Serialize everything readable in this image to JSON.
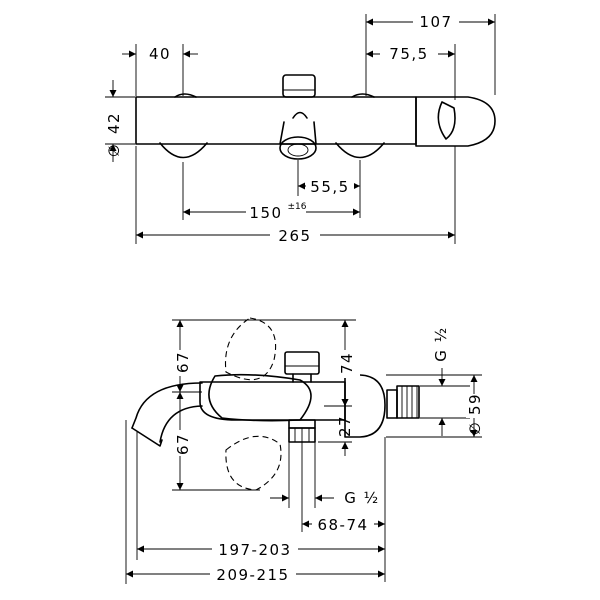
{
  "top_view": {
    "dims": {
      "d107": "107",
      "d75": "75,5",
      "d40": "40",
      "d42": "42",
      "d42_prefix": "∅",
      "d55": "55,5",
      "d150": "150",
      "d150_tol": "±16",
      "d265": "265"
    }
  },
  "side_view": {
    "dims": {
      "d67a": "67",
      "d67b": "67",
      "d74": "74",
      "d27": "27",
      "thread_right": "G ½",
      "d59": "59",
      "d59_prefix": "∅",
      "thread_bottom": "G ½",
      "d68": "68-74",
      "d197": "197-203",
      "d209": "209-215"
    }
  }
}
